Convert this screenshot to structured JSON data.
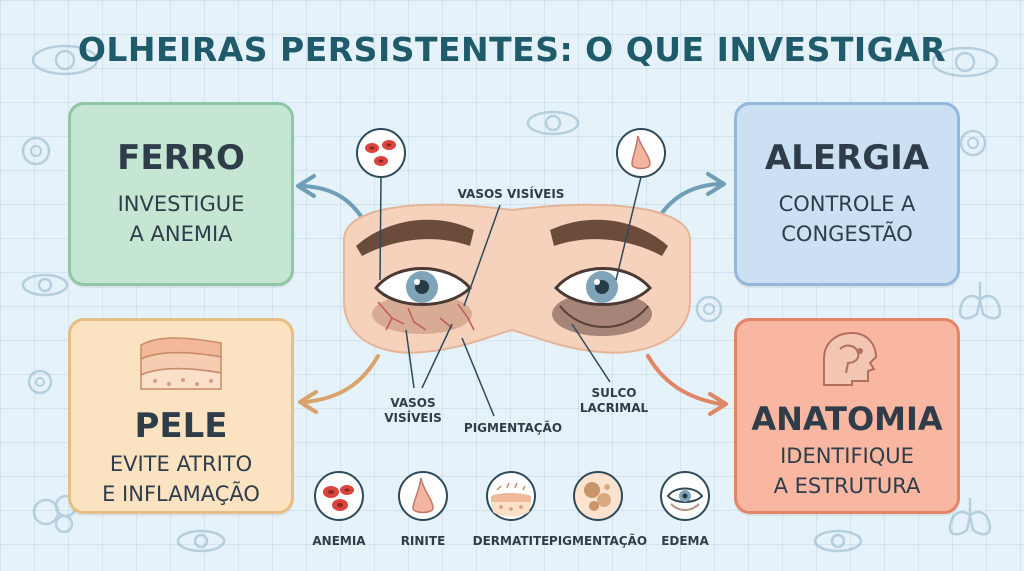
{
  "title": "OLHEIRAS PERSISTENTES: O QUE INVESTIGAR",
  "cards": {
    "ferro": {
      "heading": "FERRO",
      "line1": "INVESTIGUE",
      "line2": "A ANEMIA"
    },
    "alergia": {
      "heading": "ALERGIA",
      "line1": "CONTROLE A",
      "line2": "CONGESTÃO"
    },
    "pele": {
      "heading": "PELE",
      "line1": "EVITE ATRITO",
      "line2": "E INFLAMAÇÃO"
    },
    "anatomia": {
      "heading": "ANATOMIA",
      "line1": "IDENTIFIQUE",
      "line2": "A ESTRUTURA"
    }
  },
  "labels": {
    "vasos_top": "VASOS VISÍVEIS",
    "vasos_bottom_1": "VASOS",
    "vasos_bottom_2": "VISÍVEIS",
    "pigmentacao": "PIGMENTAÇÃO",
    "sulco_1": "SULCO",
    "sulco_2": "LACRIMAL"
  },
  "bottom_icons": [
    {
      "label": "ANEMIA",
      "icon": "blood-cells-icon"
    },
    {
      "label": "RINITE",
      "icon": "nose-icon"
    },
    {
      "label": "DERMATITE",
      "icon": "skin-layer-icon"
    },
    {
      "label": "PIGMENTAÇÃO",
      "icon": "pigment-spots-icon"
    },
    {
      "label": "EDEMA",
      "icon": "puffy-eye-icon"
    }
  ],
  "colors": {
    "title": "#1f5b6a",
    "ferro": "#c4e6d2",
    "alergia": "#cbe0f3",
    "pele": "#fbe3c2",
    "anatomia": "#f9b7a2"
  }
}
